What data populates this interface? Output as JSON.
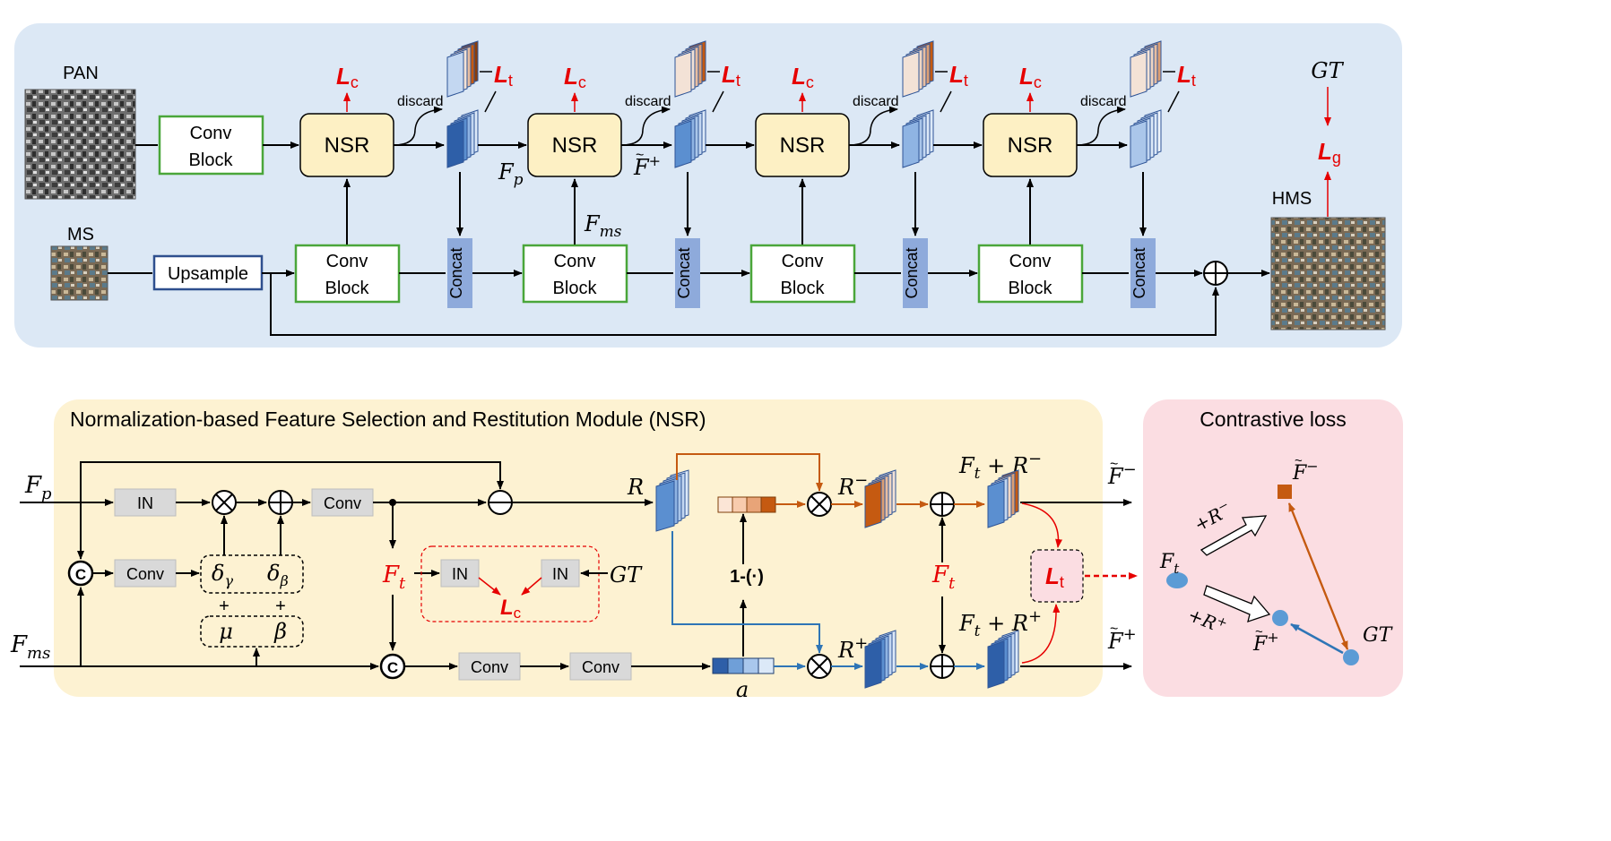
{
  "top": {
    "pan": "PAN",
    "ms": "MS",
    "hms": "HMS",
    "gt": "GT",
    "conv_block": [
      "Conv",
      "Block"
    ],
    "upsample": "Upsample",
    "nsr": "NSR",
    "concat": "Concat",
    "discard": "discard",
    "loss_c": "L",
    "loss_c_sub": "c",
    "loss_t": "L",
    "loss_t_sub": "t",
    "loss_g": "L",
    "loss_g_sub": "g",
    "fp": "F",
    "fp_sub": "p",
    "fms": "F",
    "fms_sub": "ms",
    "fplus": "F",
    "fplus_sup": "+"
  },
  "nsr_panel": {
    "title": "Normalization-based Feature  Selection and Restitution Module (NSR)",
    "fp": "F",
    "fp_sub": "p",
    "fms": "F",
    "fms_sub": "ms",
    "in": "IN",
    "conv": "Conv",
    "delta_gamma": "δ",
    "gamma": "γ",
    "delta_beta": "δ",
    "beta_sub": "β",
    "plus": "+",
    "mu": "μ",
    "beta": "β",
    "ft": "F",
    "ft_sub": "t",
    "gt": "GT",
    "lc": "L",
    "lc_sub": "c",
    "r": "R",
    "r_minus": "R",
    "r_minus_sup": "−",
    "r_plus": "R",
    "r_plus_sup": "+",
    "one_minus": "1-(·)",
    "a": "a",
    "ft_r_minus": "F",
    "ft_r_minus_tail": " + R",
    "ft_r_plus": "F",
    "ft_r_plus_tail": " + R",
    "out_minus": "F",
    "out_plus": "F",
    "lt": "L",
    "lt_sub": "t",
    "concat_c": "C"
  },
  "contrastive": {
    "title": "Contrastive loss",
    "plus_r_minus": "+R",
    "plus_r_plus": "+R",
    "ft": "F",
    "ft_sub": "t",
    "f_minus": "F",
    "f_plus": "F",
    "gt": "GT"
  },
  "colors": {
    "top_bg": "#dce8f5",
    "nsr_bg": "#fdf2d2",
    "contrastive_bg": "#fbdde2",
    "nsr_box": "#fdf0c4",
    "conv_border": "#4aa63a",
    "upsample_border": "#2e4f8e",
    "concat_fill": "#8eaadb",
    "gray_box": "#d9d9d9",
    "loss_red": "#e60000",
    "orange": "#c55a11",
    "blue": "#2e75b6",
    "dot_blue": "#5b9bd5"
  }
}
